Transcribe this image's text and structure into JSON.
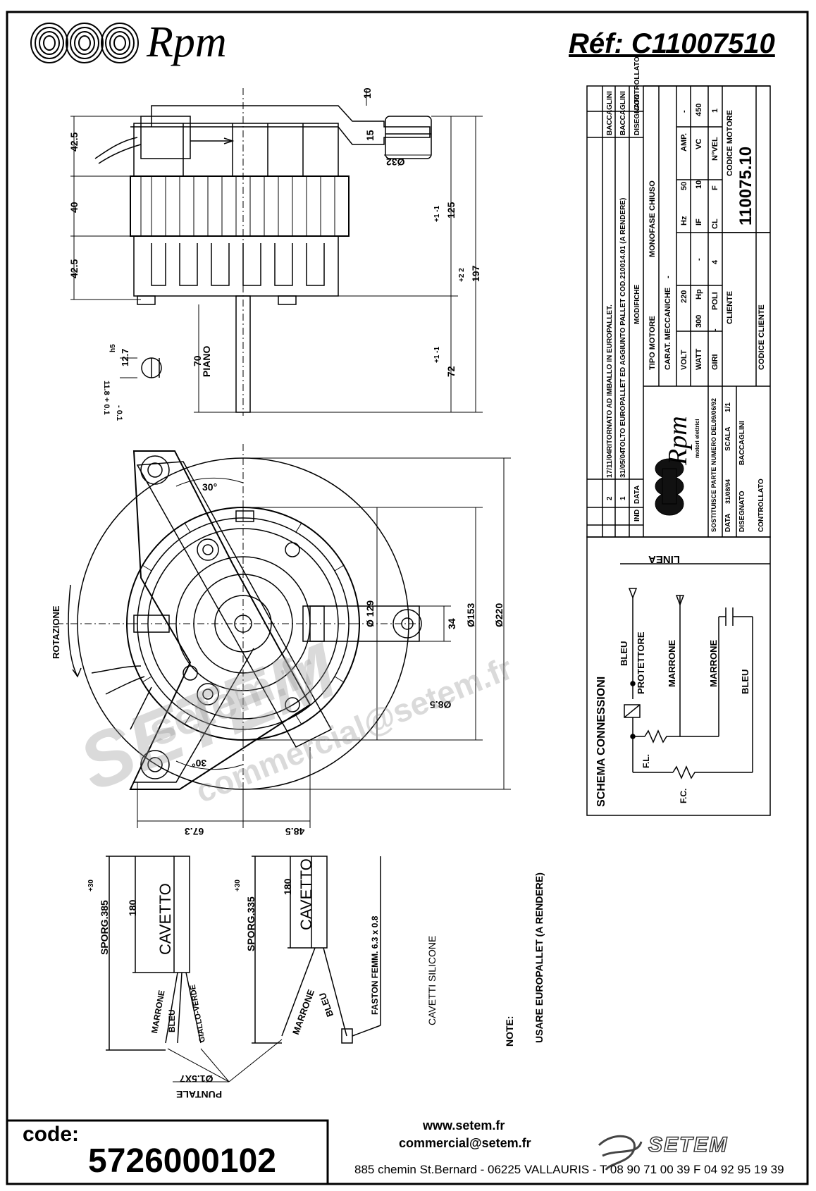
{
  "header": {
    "brand_name": "Rpm",
    "reference": "Réf: C11007510"
  },
  "top_view": {
    "dims": {
      "d_42_5_top": "42.5",
      "d_40": "40",
      "d_42_5_bottom": "42.5",
      "d_10": "10",
      "d_15": "15",
      "d_32": "Ø32",
      "d_125": "125",
      "d_125_tol": "+1 -1",
      "d_197": "197",
      "d_197_tol": "+2 2",
      "d_72": "72",
      "d_72_tol": "+1 -1",
      "d_70": "70",
      "piano": "PIANO",
      "shaft_h5": "h5",
      "shaft_12_7": "12.7",
      "shaft_11_8": "11.8 + 0.1",
      "shaft_tol_minus": "- 0.1"
    }
  },
  "front_view": {
    "dims": {
      "angle_top": "30°",
      "angle_bottom": "30°",
      "d_129": "Ø 129",
      "d_153": "Ø153",
      "d_220": "Ø220",
      "d_34": "34",
      "d_8_5": "Ø8.5",
      "d_67_3": "67.3",
      "d_48_5": "48.5",
      "rotazione": "ROTAZIONE"
    }
  },
  "title_block": {
    "revisions": [
      {
        "ind": "2",
        "data": "17/11/04",
        "modifiche": "RITORNATO AD IMBALLO IN EUROPALLET.",
        "designato": "BACCAGLINI"
      },
      {
        "ind": "1",
        "data": "31/05/04",
        "modifiche": "TOLTO EUROPALLET ED AGGIUNTO PALLET COD.210014.01 (A RENDERE)",
        "designato": "BACCAGLINI"
      }
    ],
    "rev_headers": {
      "ind": "IND",
      "data": "DATA",
      "modifiche": "MODIFICHE",
      "disegnato": "DISEGNATO",
      "controllato": "CONTROLLATO"
    },
    "tipo_motore_label": "TIPO MOTORE",
    "tipo_motore_value": "MONOFASE CHIUSO",
    "carat_label": "CARAT. MECCANICHE",
    "carat_value": "-",
    "volt_label": "VOLT",
    "volt_value": "220",
    "hz_label": "Hz",
    "hz_value": "50",
    "amp_label": "AMP.",
    "amp_value": "-",
    "watt_label": "WATT",
    "watt_value": "300",
    "hp_label": "Hp",
    "hp_value": "-",
    "if_label": "IF",
    "if_value": "10",
    "vc_label": "VC",
    "vc_value": "450",
    "giri_label": "GIRI",
    "giri_value": "-",
    "poli_label": "POLI",
    "poli_value": "4",
    "cl_label": "CL",
    "cl_value": "F",
    "nvel_label": "N°VEL",
    "nvel_value": "1",
    "cliente_label": "CLIENTE",
    "codice_motore_label": "CODICE MOTORE",
    "codice_motore_value": "110075.10",
    "codice_cliente_label": "CODICE CLIENTE",
    "sostituisce_label": "SOSTITUISCE PARTE NUMERO DEL",
    "sostituisce_date": "09/06/92",
    "data_label": "DATA",
    "data_value": "31/08/94",
    "scala_label": "SCALA",
    "scala_value": "1/1",
    "disegnato_label": "DISEGNATO",
    "disegnato_value": "BACCAGLINI",
    "controllato_label": "CONTROLLATO",
    "logo_small": "Rpm",
    "logo_sub": "motori elettrici"
  },
  "schematic": {
    "title": "SCHEMA CONNESSIONI",
    "linea": "LINEA",
    "bleu_top": "BLEU",
    "protettore": "PROTETTORE",
    "marrone_1": "MARRONE",
    "marrone_2": "MARRONE",
    "bleu_bottom": "BLEU",
    "fl": "F.L.",
    "fc": "F.C."
  },
  "cables": {
    "left": {
      "sporg": "SPORG.385",
      "sporg_tol": "+30",
      "len_180": "180",
      "cavetto": "CAVETTO",
      "marrone": "MARRONE",
      "bleu": "BLEU",
      "giallo_verde": "GIALLO-VERDE"
    },
    "right": {
      "sporg": "SPORG.335",
      "sporg_tol": "+30",
      "len_180": "180",
      "cavetto": "CAVETTO",
      "marrone": "MARRONE",
      "bleu": "BLEU",
      "faston": "FASTON FEMM. 6.3 x 0.8"
    },
    "puntale_dim": "Ø1.5X7",
    "puntale": "PUNTALE",
    "cavetti_silicone": "CAVETTI SILICONE",
    "note_label": "NOTE:",
    "note_text": "USARE EUROPALLET (A RENDERE)"
  },
  "watermark": {
    "site": "setem.fr",
    "brand": "SETEM",
    "email": "commercial@setem.fr"
  },
  "footer": {
    "code_label": "code:",
    "code_value": "5726000102",
    "website": "www.setem.fr",
    "email": "commercial@setem.fr",
    "address": "885 chemin St.Bernard  -  06225 VALLAURIS  -  T 08 90 71 00 39  F 04 92 95 19 39",
    "logo_text": "SETEM"
  }
}
